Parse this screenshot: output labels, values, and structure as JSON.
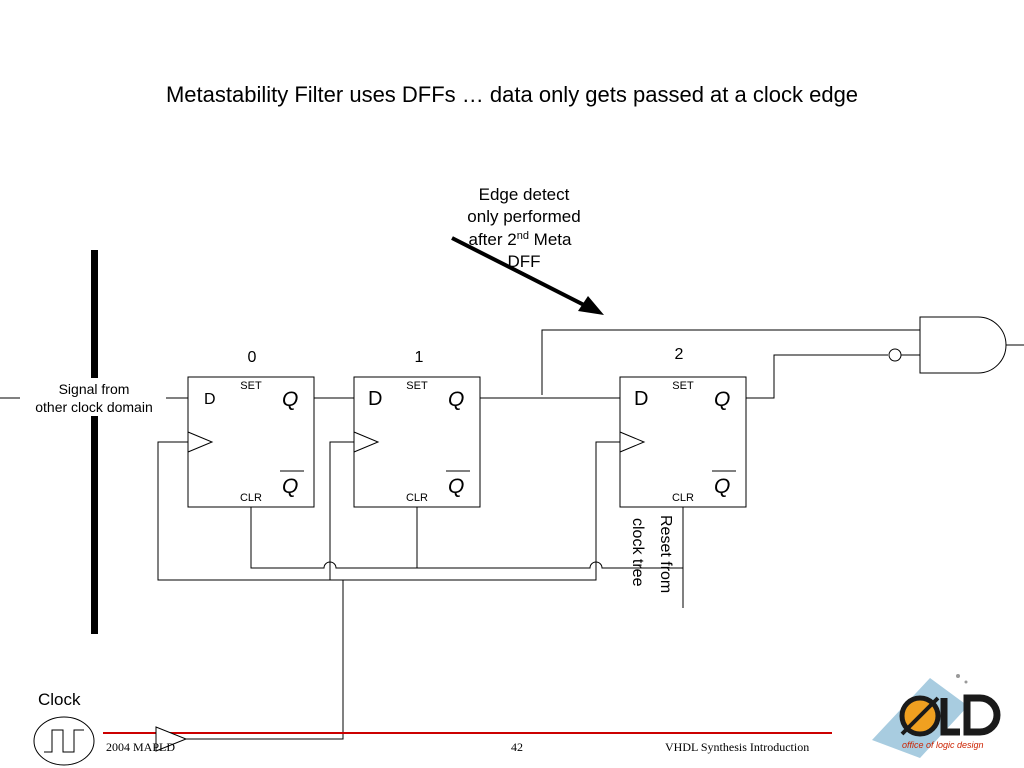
{
  "title": "Metastability Filter uses DFFs … data only gets passed at a clock edge",
  "annotation": {
    "line1": "Edge detect",
    "line2": "only performed",
    "line3_prefix": "after 2",
    "line3_sup": "nd",
    "line3_suffix": " Meta",
    "line4": "DFF"
  },
  "flipflops": [
    {
      "index_label": "0",
      "d": "D",
      "set": "SET",
      "clr": "CLR",
      "q": "Q",
      "qbar": "Q"
    },
    {
      "index_label": "1",
      "d": "D",
      "set": "SET",
      "clr": "CLR",
      "q": "Q",
      "qbar": "Q"
    },
    {
      "index_label": "2",
      "d": "D",
      "set": "SET",
      "clr": "CLR",
      "q": "Q",
      "qbar": "Q"
    }
  ],
  "signal_label": {
    "line1": "Signal from",
    "line2": "other clock domain"
  },
  "reset_label": {
    "line1": "Reset from",
    "line2": "clock tree"
  },
  "clock_label": "Clock",
  "logo_text": "office of logic design",
  "footer": {
    "left": "2004 MAPLD",
    "page": "42",
    "right": "VHDL Synthesis Introduction"
  },
  "colors": {
    "accent_line": "#cc0000"
  }
}
